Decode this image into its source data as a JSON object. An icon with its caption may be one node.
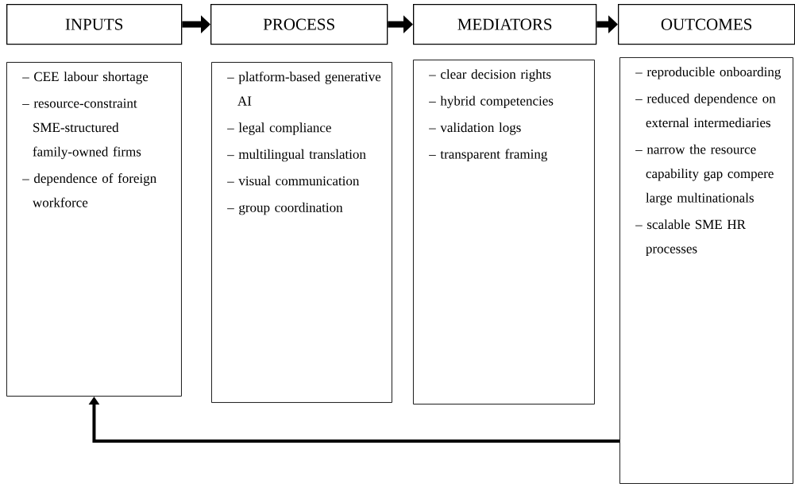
{
  "diagram": {
    "nodes": [
      {
        "text": [
          "INPUTS"
        ]
      },
      {
        "text": [
          "PROCESS"
        ]
      },
      {
        "text": [
          "MEDIATORS"
        ]
      },
      {
        "text": [
          "OUTCOMES"
        ]
      },
      {
        "text": [
          "– CEE labour shortage",
          "– resource-constraint SME-structured family-owned firms",
          "– dependence of foreign workforce"
        ]
      },
      {
        "text": [
          "– platform-based generative AI",
          "– legal compliance",
          "– multilingual translation",
          "– visual communication",
          "– group coordination"
        ]
      },
      {
        "text": [
          "– clear decision rights",
          "– hybrid competencies",
          "– validation logs",
          "– transparent framing"
        ]
      },
      {
        "text": [
          "– reproducible onboarding",
          "– reduced dependence on external intermediaries",
          "– narrow the resource capability gap compere large multinationals",
          "– scalable SME HR processes"
        ]
      }
    ],
    "edges": [
      {
        "from": 0,
        "to": 1,
        "arrow": "to"
      },
      {
        "from": 1,
        "to": 2,
        "arrow": "to"
      },
      {
        "from": 2,
        "to": 3,
        "arrow": "to"
      },
      {
        "from": 7,
        "to": 4,
        "arrow": "to"
      }
    ]
  }
}
